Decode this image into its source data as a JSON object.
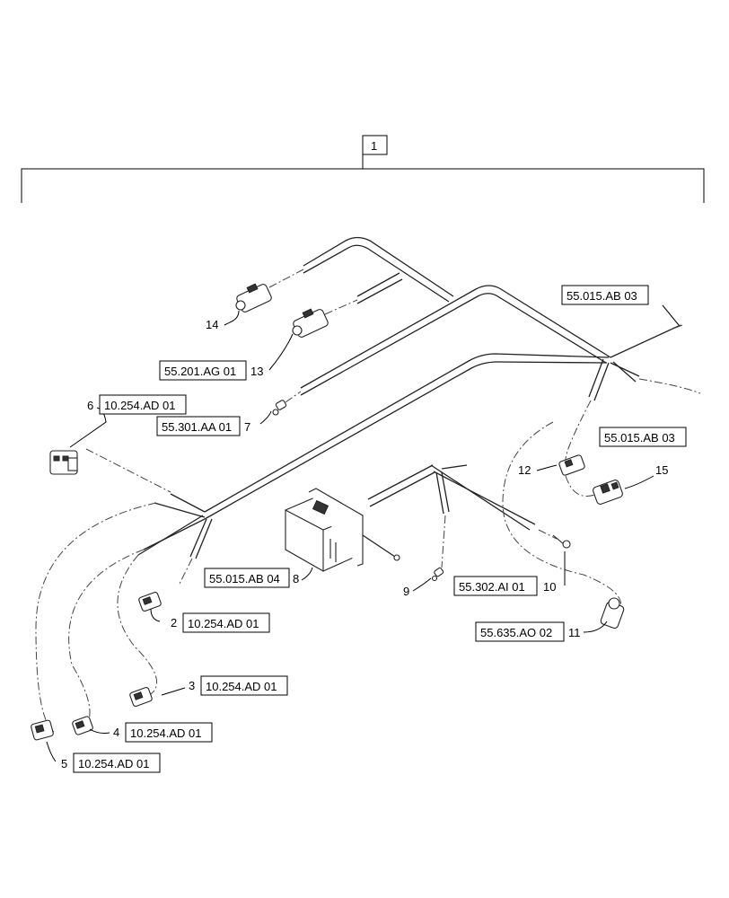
{
  "assembly": {
    "label": "1"
  },
  "callouts": [
    {
      "id": "c2",
      "num": "2",
      "ref": "10.254.AD 01"
    },
    {
      "id": "c3",
      "num": "3",
      "ref": "10.254.AD 01"
    },
    {
      "id": "c4",
      "num": "4",
      "ref": "10.254.AD 01"
    },
    {
      "id": "c5",
      "num": "5",
      "ref": "10.254.AD 01"
    },
    {
      "id": "c6",
      "num": "6",
      "ref": "10.254.AD 01"
    },
    {
      "id": "c7",
      "num": "7",
      "ref": "55.301.AA 01"
    },
    {
      "id": "c8",
      "num": "8",
      "ref": "55.015.AB 04"
    },
    {
      "id": "c9",
      "num": "9",
      "ref": ""
    },
    {
      "id": "c10",
      "num": "10",
      "ref": "55.302.AI 01"
    },
    {
      "id": "c11",
      "num": "11",
      "ref": "55.635.AO 02"
    },
    {
      "id": "c12",
      "num": "12",
      "ref": ""
    },
    {
      "id": "c13",
      "num": "13",
      "ref": "55.201.AG 01"
    },
    {
      "id": "c14",
      "num": "14",
      "ref": ""
    },
    {
      "id": "c15",
      "num": "15",
      "ref": ""
    },
    {
      "id": "x1",
      "num": "",
      "ref": "55.015.AB 03"
    },
    {
      "id": "x2",
      "num": "",
      "ref": "55.015.AB 03"
    }
  ]
}
